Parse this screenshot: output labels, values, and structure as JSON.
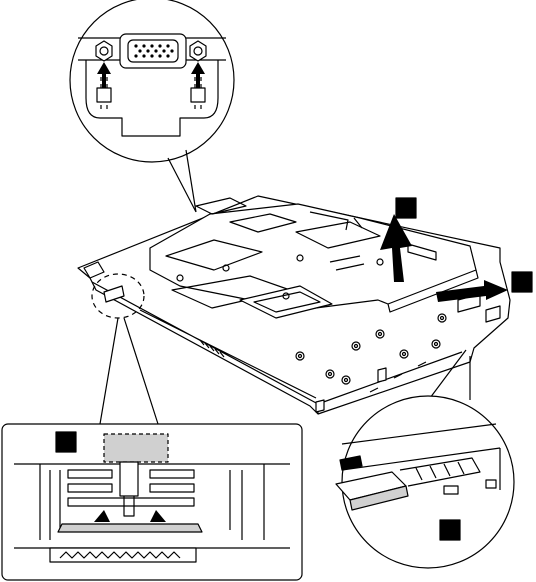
{
  "figure": {
    "steps": [
      {
        "id": "step-a",
        "label": "",
        "direction": "lift-up"
      },
      {
        "id": "step-b",
        "label": "",
        "direction": "slide-right"
      },
      {
        "id": "step-c",
        "label": "",
        "direction": "release-latch"
      },
      {
        "id": "step-d",
        "label": "",
        "direction": "disconnect"
      }
    ],
    "callouts": [
      {
        "id": "vga-screws",
        "shape": "circle",
        "content": "vga-connector-with-two-hex-standoffs"
      },
      {
        "id": "latch-detail",
        "shape": "rounded-rect",
        "content": "latch-tab"
      },
      {
        "id": "connector-detail",
        "shape": "circle",
        "content": "ribbon-connector"
      }
    ],
    "colors": {
      "line": "#000000",
      "fill": "#ffffff",
      "badge": "#000000",
      "shade": "#d0d0d0",
      "arrow": "#000000"
    }
  }
}
